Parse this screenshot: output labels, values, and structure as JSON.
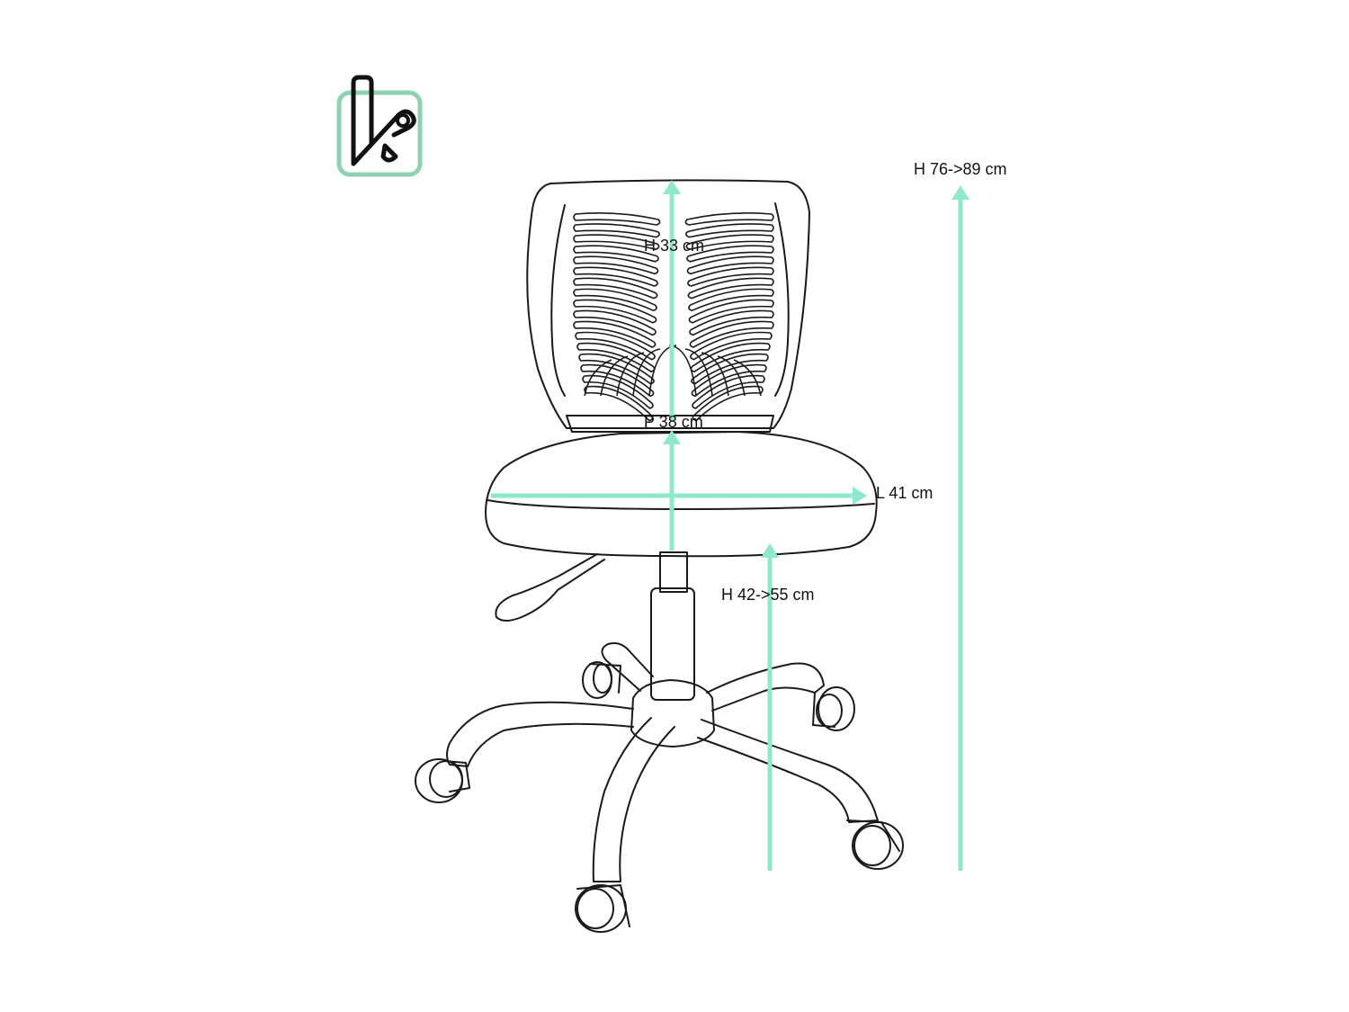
{
  "brand": {
    "logo_icon": "k-brand-logo-icon"
  },
  "colors": {
    "accent": "#8fe7cd",
    "logo_frame": "#8fd1b3",
    "line": "#1a1a1a"
  },
  "dimensions": {
    "back_height": "H 33 cm",
    "seat_depth": "P 38 cm",
    "seat_width": "L 41 cm",
    "seat_height": "H 42->55 cm",
    "total_height": "H 76->89 cm"
  }
}
